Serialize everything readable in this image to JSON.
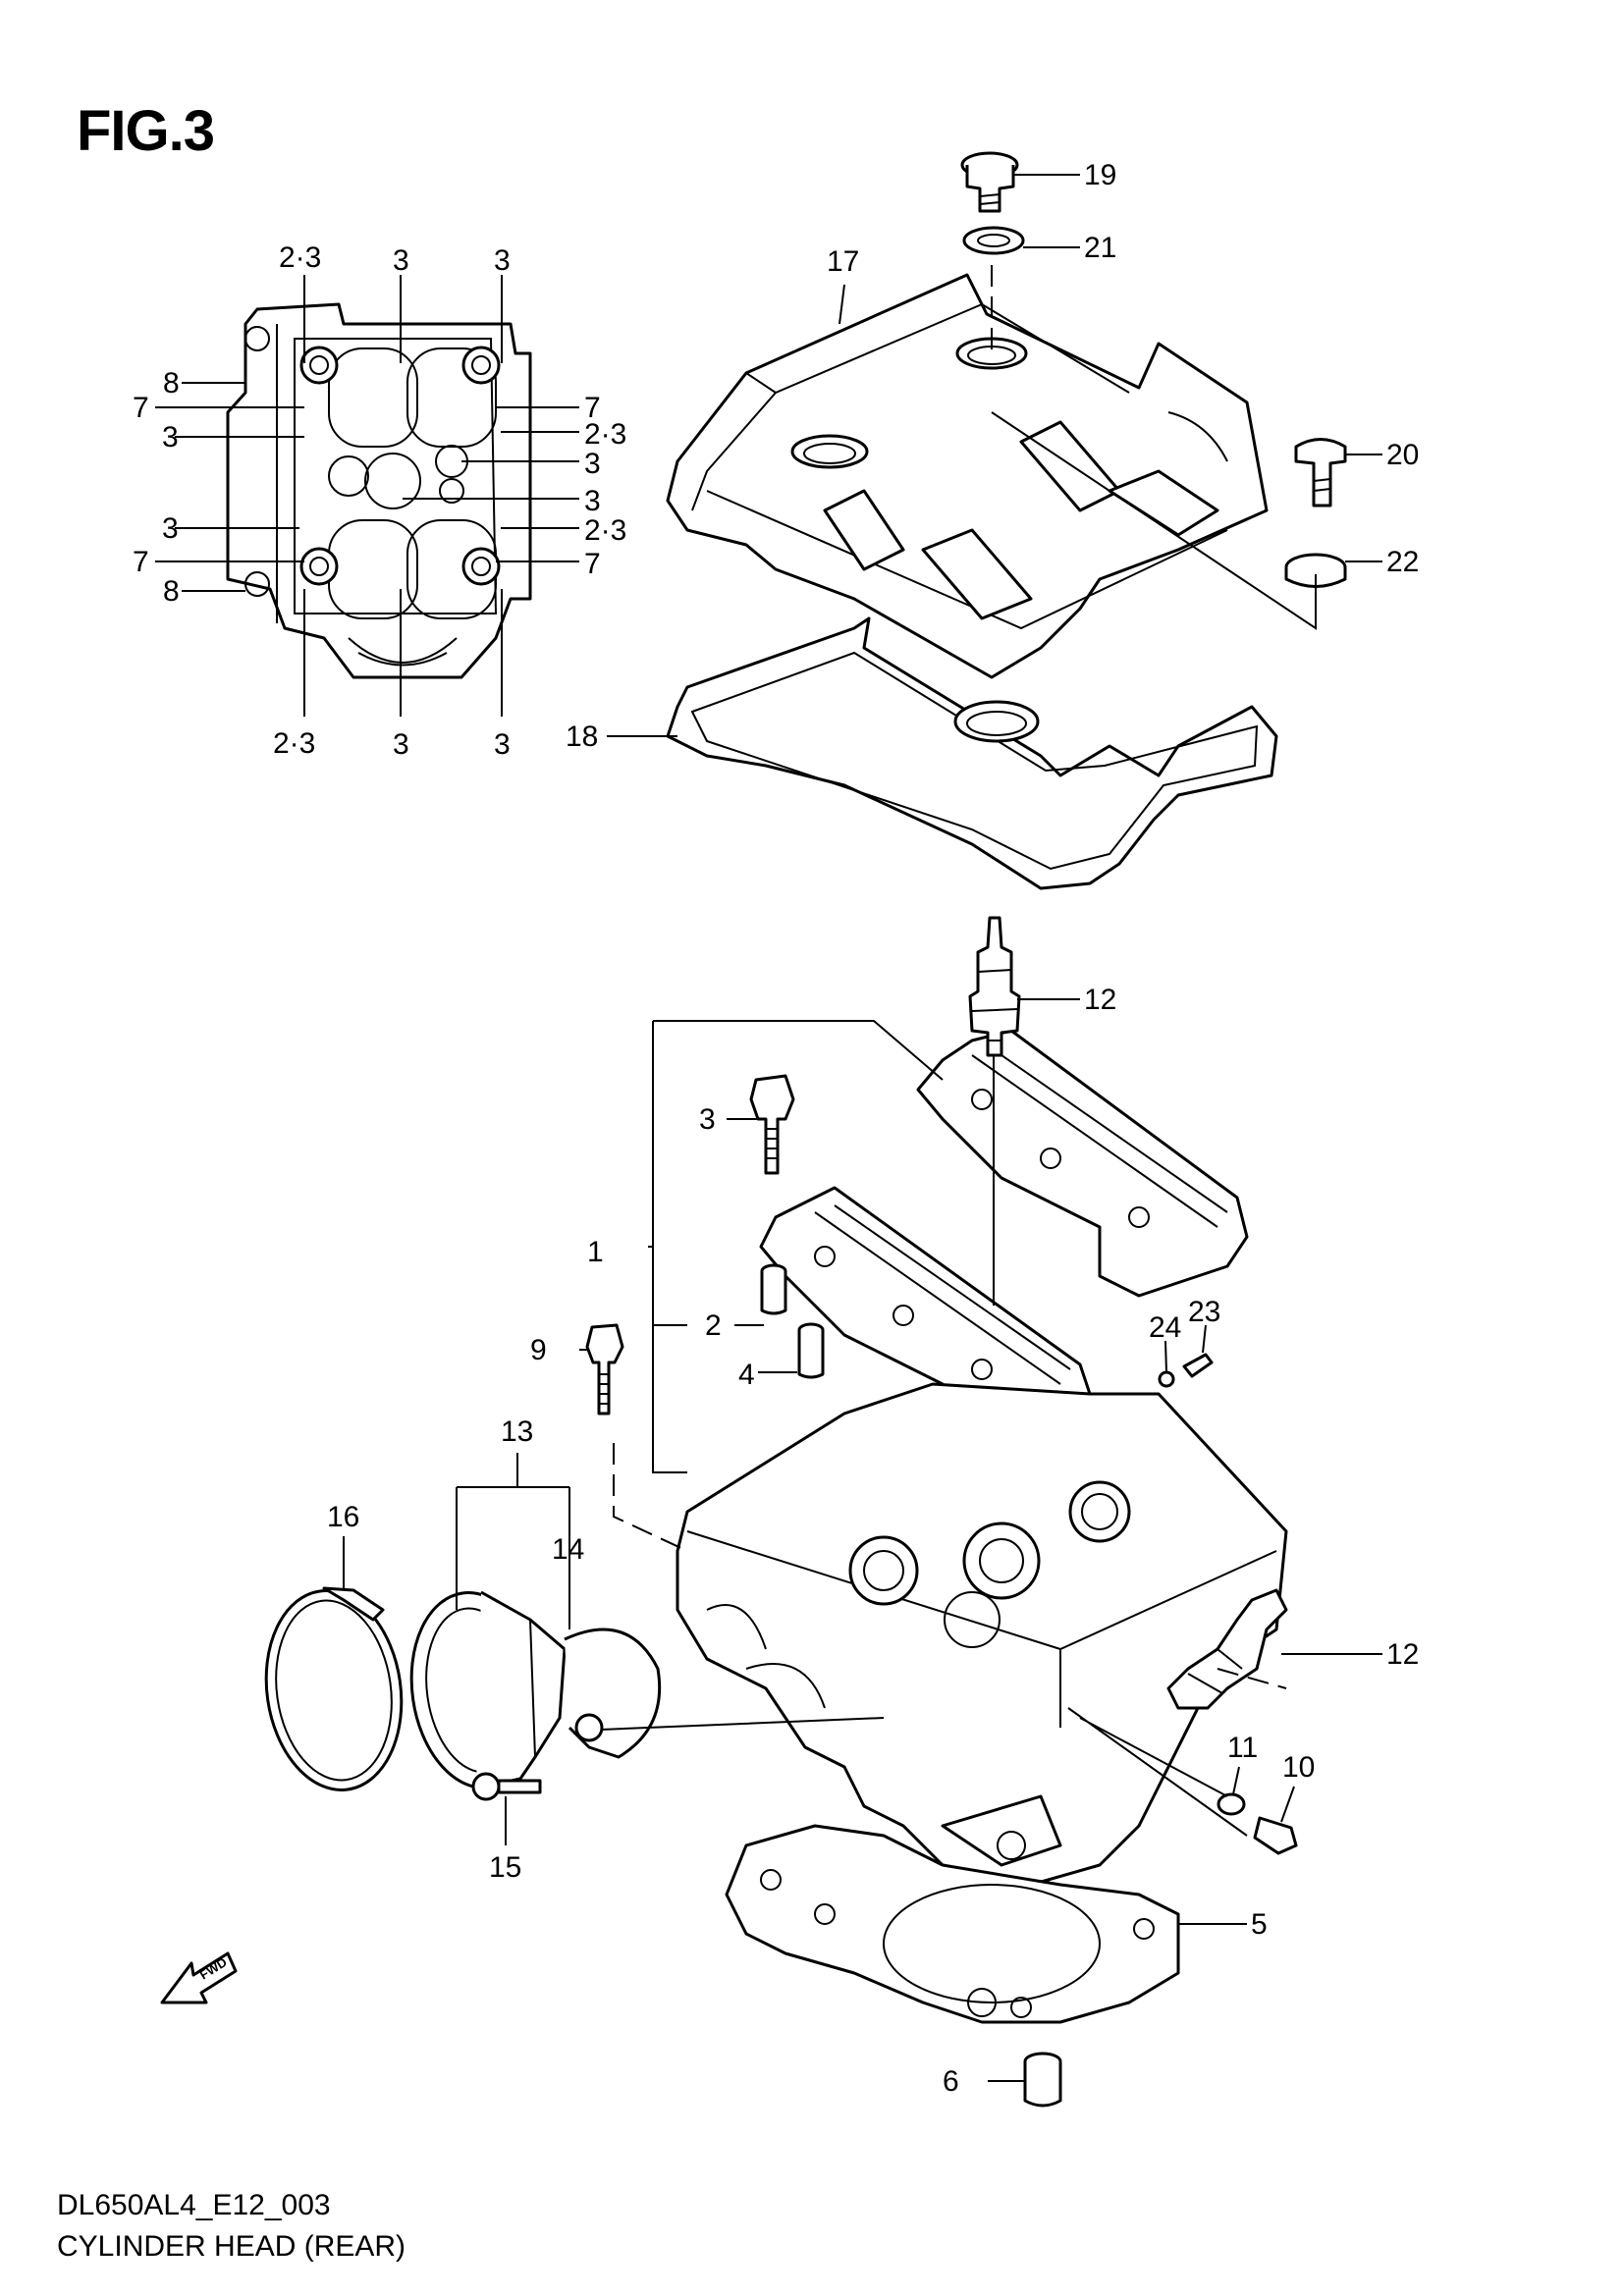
{
  "figure": {
    "title": "FIG.3",
    "code": "DL650AL4_E12_003",
    "name": "CYLINDER HEAD (REAR)",
    "fwd_label": "FWD"
  },
  "inset_callouts": [
    {
      "id": "i1",
      "label": "2·3"
    },
    {
      "id": "i2",
      "label": "3"
    },
    {
      "id": "i3",
      "label": "3"
    },
    {
      "id": "i4",
      "label": "8"
    },
    {
      "id": "i5",
      "label": "7"
    },
    {
      "id": "i6",
      "label": "7"
    },
    {
      "id": "i7",
      "label": "3"
    },
    {
      "id": "i8",
      "label": "2·3"
    },
    {
      "id": "i9",
      "label": "3"
    },
    {
      "id": "i10",
      "label": "3"
    },
    {
      "id": "i11",
      "label": "3"
    },
    {
      "id": "i12",
      "label": "2·3"
    },
    {
      "id": "i13",
      "label": "7"
    },
    {
      "id": "i14",
      "label": "7"
    },
    {
      "id": "i15",
      "label": "8"
    },
    {
      "id": "i16",
      "label": "2·3"
    },
    {
      "id": "i17",
      "label": "3"
    },
    {
      "id": "i18",
      "label": "3"
    }
  ],
  "part_callouts": [
    {
      "id": "p19",
      "label": "19"
    },
    {
      "id": "p21",
      "label": "21"
    },
    {
      "id": "p17",
      "label": "17"
    },
    {
      "id": "p20",
      "label": "20"
    },
    {
      "id": "p22",
      "label": "22"
    },
    {
      "id": "p18",
      "label": "18"
    },
    {
      "id": "p12a",
      "label": "12"
    },
    {
      "id": "p3",
      "label": "3"
    },
    {
      "id": "p1",
      "label": "1"
    },
    {
      "id": "p2",
      "label": "2"
    },
    {
      "id": "p9",
      "label": "9"
    },
    {
      "id": "p4",
      "label": "4"
    },
    {
      "id": "p24",
      "label": "24"
    },
    {
      "id": "p23",
      "label": "23"
    },
    {
      "id": "p13",
      "label": "13"
    },
    {
      "id": "p16",
      "label": "16"
    },
    {
      "id": "p14",
      "label": "14"
    },
    {
      "id": "p12b",
      "label": "12"
    },
    {
      "id": "p11",
      "label": "11"
    },
    {
      "id": "p10",
      "label": "10"
    },
    {
      "id": "p15",
      "label": "15"
    },
    {
      "id": "p5",
      "label": "5"
    },
    {
      "id": "p6",
      "label": "6"
    }
  ]
}
